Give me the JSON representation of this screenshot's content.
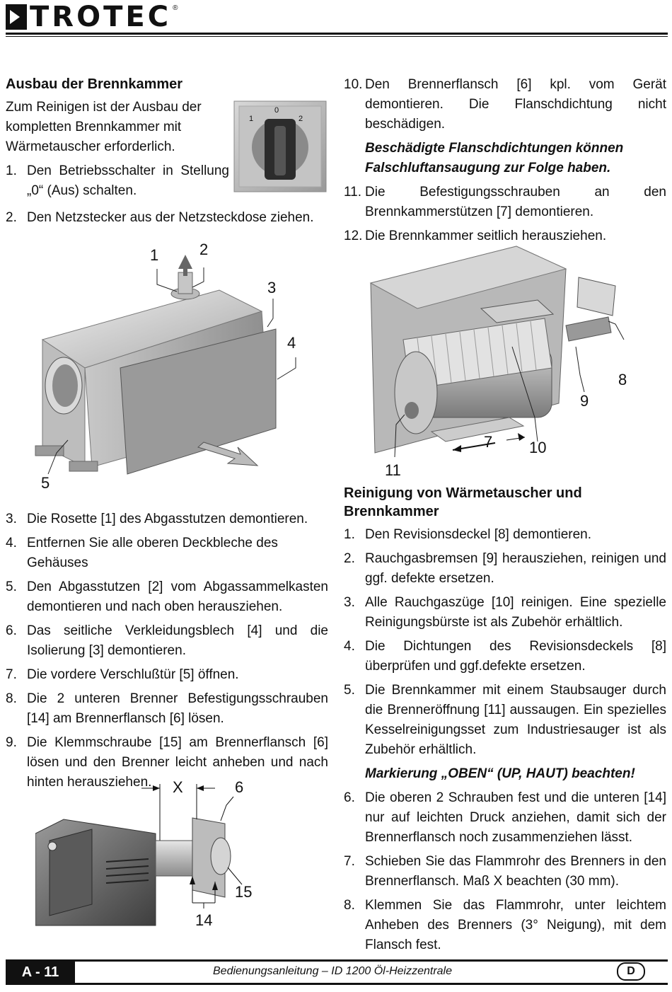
{
  "header": {
    "brand": "TROTEC",
    "reg": "®"
  },
  "left_top": {
    "heading": "Ausbau der Brennkammer",
    "intro": "Zum Reinigen ist der Ausbau der kompletten Brennkammer mit Wärmetauscher erforderlich.",
    "steps": [
      {
        "n": "1.",
        "t": "Den Betriebsschalter in Stellung „0“ (Aus) schalten."
      },
      {
        "n": "2.",
        "t": "Den Netzstecker aus der Netzsteckdose ziehen."
      }
    ]
  },
  "switch_figure": {
    "labels": [
      "1",
      "0",
      "2"
    ]
  },
  "right_top": {
    "steps": [
      {
        "n": "10.",
        "t": "Den Brennerflansch [6] kpl. vom Gerät demontieren. Die Flanschdichtung nicht beschädigen."
      },
      {
        "n": "11.",
        "t": "Die Befestigungsschrauben an den Brennkammerstützen [7] demontieren."
      },
      {
        "n": "12.",
        "t": "Die Brennkammer seitlich herausziehen."
      }
    ],
    "note": "Beschädigte Flanschdichtungen können Falschluftansaugung zur Folge haben."
  },
  "fig_left": {
    "labels": [
      "1",
      "2",
      "3",
      "4",
      "5"
    ]
  },
  "fig_right": {
    "labels": [
      "8",
      "9",
      "7",
      "10",
      "11"
    ]
  },
  "left_mid": {
    "steps": [
      {
        "n": "3.",
        "t": "Die Rosette [1] des Abgasstutzen demontieren."
      },
      {
        "n": "4.",
        "t": "Entfernen Sie alle oberen Deckbleche des Gehäuses"
      },
      {
        "n": "5.",
        "t": "Den Abgasstutzen [2] vom Abgassammelkasten demontieren und nach oben herausziehen."
      },
      {
        "n": "6.",
        "t": "Das seitliche Verkleidungsblech [4] und die Isolierung [3] demontieren."
      },
      {
        "n": "7.",
        "t": "Die vordere Verschlußtür [5] öffnen."
      },
      {
        "n": "8.",
        "t": "Die 2 unteren Brenner Befestigungsschrauben [14] am Brennerflansch [6] lösen."
      },
      {
        "n": "9.",
        "t": "Die Klemmschraube [15] am Brennerflansch [6] lösen und den Brenner leicht anheben und nach hinten herausziehen."
      }
    ]
  },
  "fig_burner": {
    "labels": [
      "X",
      "6",
      "15",
      "14"
    ]
  },
  "right_mid": {
    "heading": "Reinigung von Wärmetauscher und Brennkammer",
    "steps_a": [
      {
        "n": "1.",
        "t": "Den Revisionsdeckel [8] demontieren."
      },
      {
        "n": "2.",
        "t": "Rauchgasbremsen [9] herausziehen, reinigen und ggf. defekte ersetzen."
      },
      {
        "n": "3.",
        "t": "Alle Rauchgaszüge [10] reinigen. Eine spezielle Reinigungsbürste ist als Zubehör erhältlich."
      },
      {
        "n": "4.",
        "t": "Die Dichtungen des Revisionsdeckels [8] überprüfen und ggf.defekte ersetzen."
      },
      {
        "n": "5.",
        "t": "Die Brennkammer mit einem Staubsauger durch die Brenneröffnung [11] aussaugen. Ein spezielles Kesselreinigungsset zum Industriesauger ist als Zubehör erhältlich."
      }
    ],
    "note": "Markierung „OBEN“ (UP, HAUT) beachten!",
    "steps_b": [
      {
        "n": "6.",
        "t": "Die oberen 2 Schrauben fest und die unteren [14] nur auf leichten Druck anziehen, damit sich der Brennerflansch noch zusammenziehen lässt."
      },
      {
        "n": "7.",
        "t": "Schieben Sie das Flammrohr des Brenners in den Brennerflansch. Maß X beachten (30 mm)."
      },
      {
        "n": "8.",
        "t": "Klemmen Sie das Flammrohr, unter leichtem Anheben des Brenners (3° Neigung), mit dem Flansch fest."
      }
    ]
  },
  "footer": {
    "page": "A - 11",
    "title": "Bedienungsanleitung – ID 1200 Öl-Heizzentrale",
    "lang": "D"
  }
}
